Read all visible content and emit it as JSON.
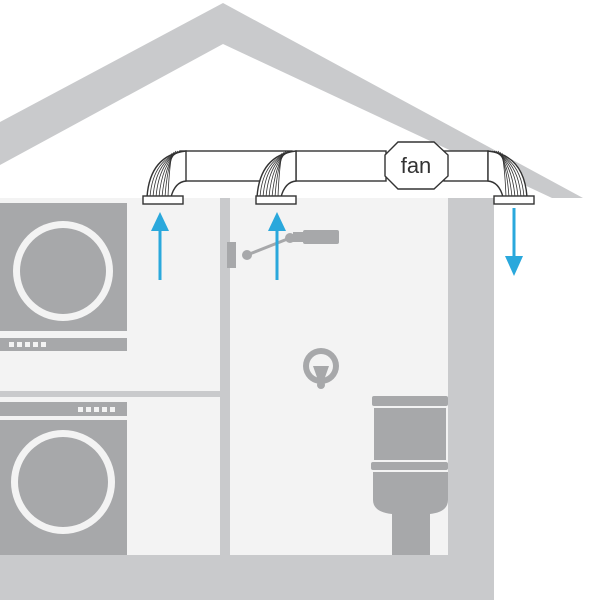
{
  "diagram": {
    "fan_label": "fan"
  },
  "colors": {
    "house_wall": "#c9cacc",
    "room_fill": "#f3f3f3",
    "appliance": "#a7a8aa",
    "duct_outline": "#333333",
    "duct_fill": "#ffffff",
    "airflow_arrow": "#2aa8dc"
  },
  "elements": {
    "appliances": [
      "stacked-washer",
      "stacked-dryer",
      "toilet",
      "shower-head",
      "wall-light"
    ],
    "airflow": [
      {
        "name": "laundry-intake",
        "direction": "up"
      },
      {
        "name": "bathroom-intake",
        "direction": "up"
      },
      {
        "name": "exhaust-outlet",
        "direction": "down"
      }
    ],
    "icons": [
      "fan-icon",
      "duct-elbow-icon",
      "vent-grille-icon",
      "arrow-up-icon",
      "arrow-down-icon"
    ]
  }
}
